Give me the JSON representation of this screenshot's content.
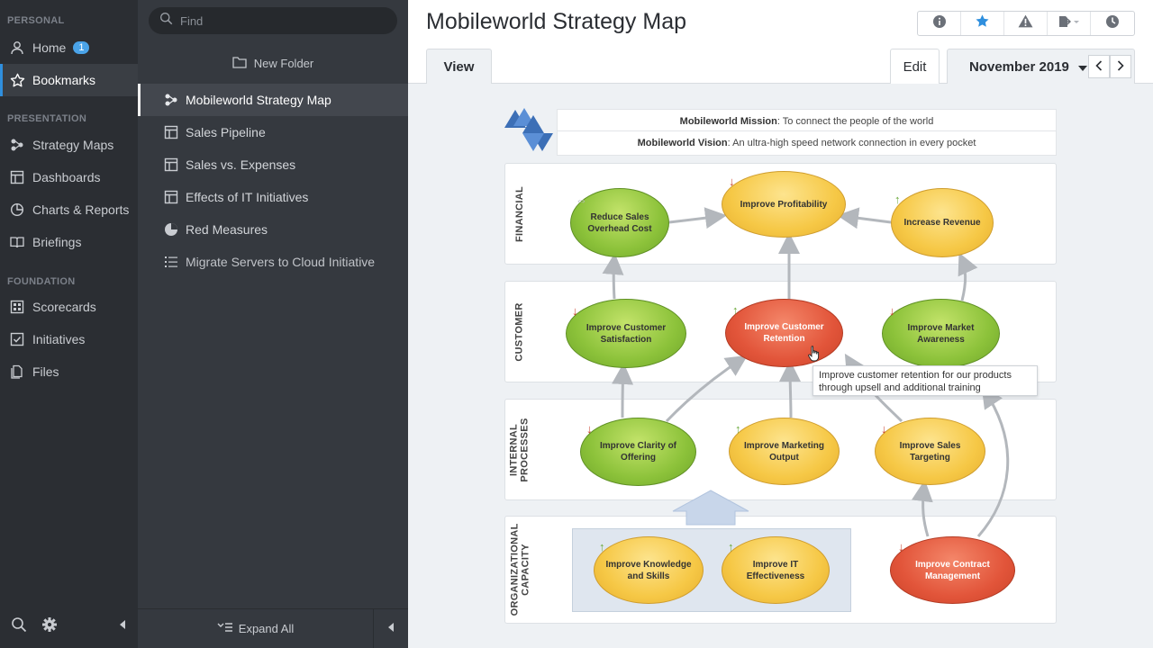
{
  "nav": {
    "sections": [
      {
        "label": "PERSONAL"
      },
      {
        "label": "PRESENTATION"
      },
      {
        "label": "FOUNDATION"
      }
    ],
    "items": [
      {
        "label": "Home",
        "badge": "1"
      },
      {
        "label": "Bookmarks"
      },
      {
        "label": "Strategy Maps"
      },
      {
        "label": "Dashboards"
      },
      {
        "label": "Charts & Reports"
      },
      {
        "label": "Briefings"
      },
      {
        "label": "Scorecards"
      },
      {
        "label": "Initiatives"
      },
      {
        "label": "Files"
      }
    ]
  },
  "mid": {
    "search_placeholder": "Find",
    "new_folder": "New Folder",
    "items": [
      {
        "label": "Mobileworld Strategy Map"
      },
      {
        "label": "Sales Pipeline"
      },
      {
        "label": "Sales vs. Expenses"
      },
      {
        "label": "Effects of IT Initiatives"
      },
      {
        "label": "Red Measures"
      },
      {
        "label": "Migrate Servers to Cloud Initiative"
      }
    ],
    "expand_all": "Expand All"
  },
  "main": {
    "title": "Mobileworld Strategy Map",
    "tab_view": "View",
    "tab_edit": "Edit",
    "period": "November 2019"
  },
  "map": {
    "mission_label": "Mobileworld Mission",
    "mission_text": ": To connect the people of the world",
    "vision_label": "Mobileworld Vision",
    "vision_text": ": An ultra-high speed network connection in every pocket",
    "perspectives": [
      {
        "label": "FINANCIAL"
      },
      {
        "label": "CUSTOMER"
      },
      {
        "label": "INTERNAL PROCESSES"
      },
      {
        "label": "ORGANIZATIONAL CAPACITY"
      }
    ],
    "objectives": [
      {
        "label": "Reduce Sales Overhead Cost"
      },
      {
        "label": "Improve Profitability"
      },
      {
        "label": "Increase Revenue"
      },
      {
        "label": "Improve Customer Satisfaction"
      },
      {
        "label": "Improve Customer Retention"
      },
      {
        "label": "Improve Market Awareness"
      },
      {
        "label": "Improve Clarity of Offering"
      },
      {
        "label": "Improve Marketing Output"
      },
      {
        "label": "Improve Sales Targeting"
      },
      {
        "label": "Improve Knowledge and Skills"
      },
      {
        "label": "Improve IT Effectiveness"
      },
      {
        "label": "Improve Contract Management"
      }
    ],
    "tooltip": "Improve customer retention for our products through upsell and additional training"
  },
  "colors": {
    "accent": "#2f8fde",
    "green": "#8cc23a",
    "yellow": "#f6c846",
    "red": "#e2553a"
  }
}
